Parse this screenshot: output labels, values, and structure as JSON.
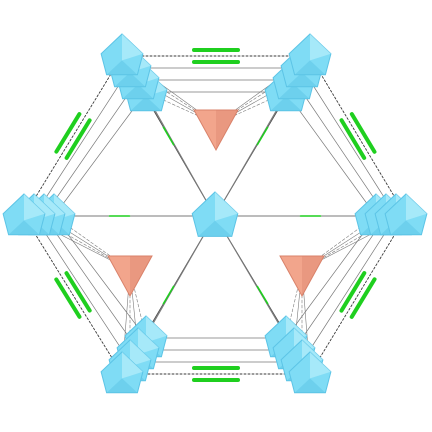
{
  "colors": {
    "background": "#ffffff",
    "node_fill": "#7fdcf5",
    "node_dark": "#5cc4e6",
    "node_light": "#b6eefb",
    "triangle_fill": "#f2a58c",
    "triangle_dark": "#d9826a",
    "edge": "#7a7a7a",
    "edge_dark": "#3a3a3a",
    "accent_bar": "#1fcf1f"
  },
  "structure": {
    "description": "",
    "hexagon_vertex_clusters": 6,
    "center_nodes": 1,
    "triangle_nodes": 3
  }
}
